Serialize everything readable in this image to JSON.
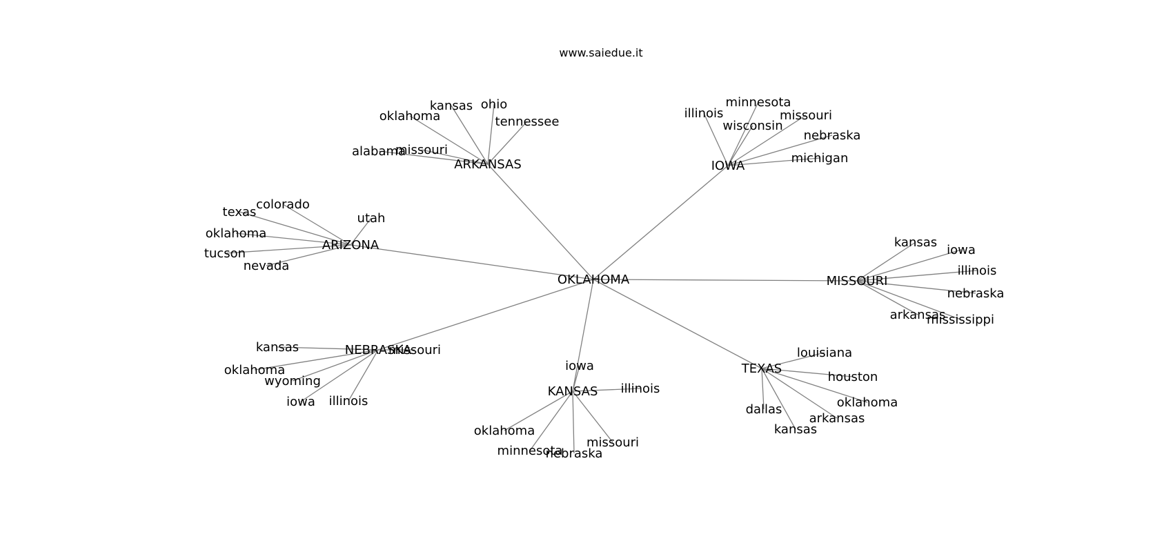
{
  "title": "www.saiedue.it",
  "graph": {
    "center": "OKLAHOMA",
    "hubs": [
      {
        "key": "arkansas",
        "label": "ARKANSAS",
        "leaves": [
          "alabama",
          "missouri",
          "oklahoma",
          "kansas",
          "ohio",
          "tennessee"
        ]
      },
      {
        "key": "iowa",
        "label": "IOWA",
        "leaves": [
          "illinois",
          "minnesota",
          "wisconsin",
          "missouri",
          "nebraska",
          "michigan"
        ]
      },
      {
        "key": "arizona",
        "label": "ARIZONA",
        "leaves": [
          "texas",
          "colorado",
          "utah",
          "oklahoma",
          "tucson",
          "nevada"
        ]
      },
      {
        "key": "missouri",
        "label": "MISSOURI",
        "leaves": [
          "kansas",
          "iowa",
          "illinois",
          "nebraska",
          "arkansas",
          "mississippi"
        ]
      },
      {
        "key": "nebraska",
        "label": "NEBRASKA",
        "leaves": [
          "kansas",
          "missouri",
          "oklahoma",
          "wyoming",
          "iowa",
          "illinois"
        ]
      },
      {
        "key": "kansas",
        "label": "KANSAS",
        "leaves": [
          "iowa",
          "illinois",
          "oklahoma",
          "minnesota",
          "nebraska",
          "missouri"
        ]
      },
      {
        "key": "texas",
        "label": "TEXAS",
        "leaves": [
          "louisiana",
          "houston",
          "oklahoma",
          "dallas",
          "arkansas",
          "kansas"
        ]
      }
    ]
  }
}
